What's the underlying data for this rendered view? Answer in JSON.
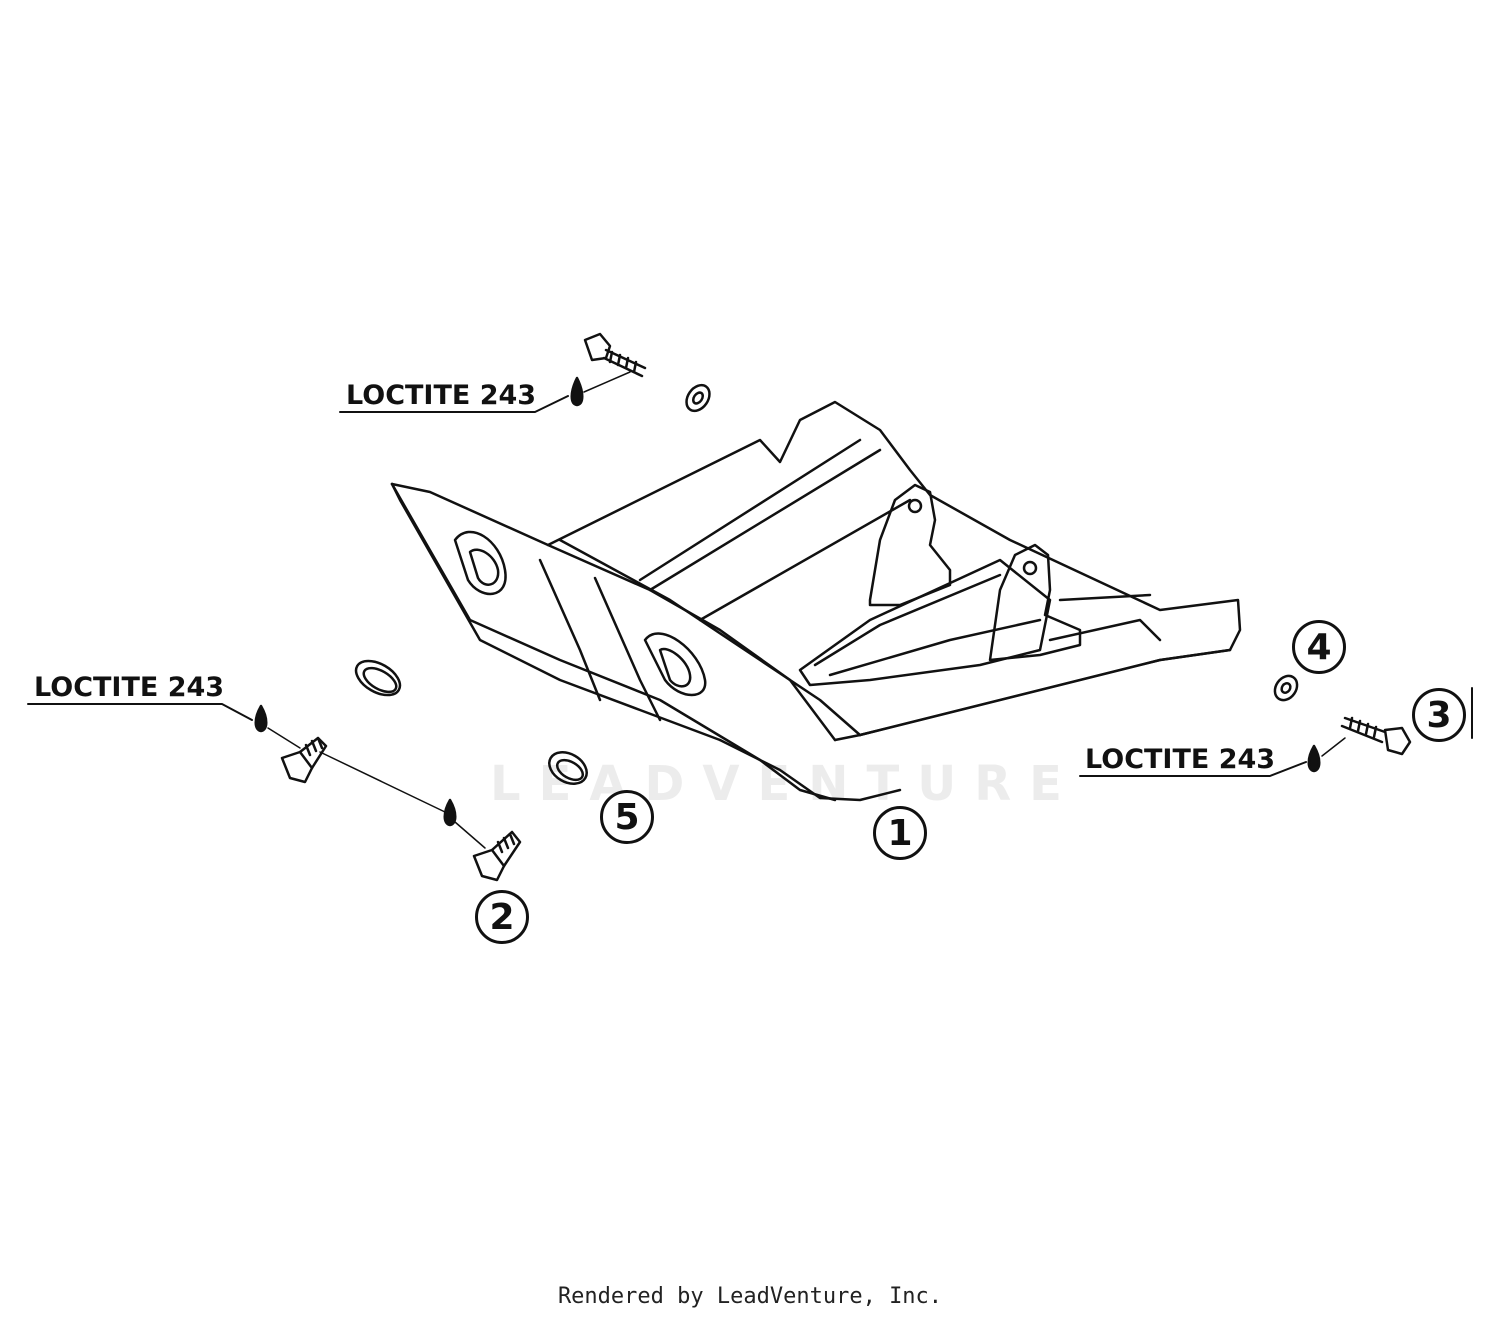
{
  "callouts": {
    "c1": "1",
    "c2": "2",
    "c3": "3",
    "c4": "4",
    "c5": "5"
  },
  "labels": {
    "loctite_top": "LOCTITE 243",
    "loctite_left": "LOCTITE 243",
    "loctite_right": "LOCTITE 243"
  },
  "watermark": "LEADVENTURE",
  "footer": "Rendered by LeadVenture, Inc.",
  "colors": {
    "line": "#111111",
    "watermark": "#ececec"
  }
}
